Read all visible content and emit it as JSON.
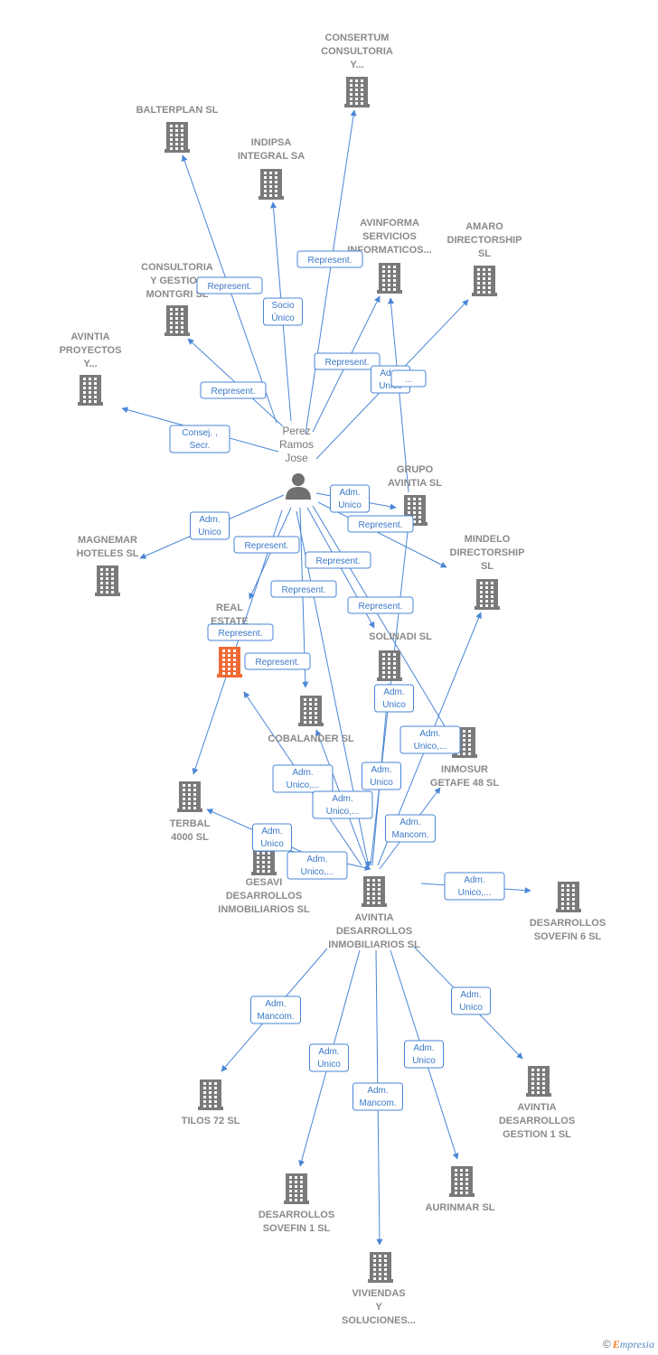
{
  "colors": {
    "edge": "#4a86d6",
    "building": "#7a7a7a",
    "building_highlight": "#f06a35",
    "person": "#707070",
    "label": "#8a8a8a"
  },
  "person": {
    "id": "perez",
    "lines": [
      "Perez",
      "Ramos",
      "Jose"
    ],
    "icon": "person-icon"
  },
  "nodes": [
    {
      "id": "consertum",
      "lines": [
        "CONSERTUM",
        "CONSULTORIA",
        "Y..."
      ]
    },
    {
      "id": "balterplan",
      "lines": [
        "BALTERPLAN SL"
      ]
    },
    {
      "id": "indipsa",
      "lines": [
        "INDIPSA",
        "INTEGRAL SA"
      ]
    },
    {
      "id": "avinforma",
      "lines": [
        "AVINFORMA",
        "SERVICIOS",
        "INFORMATICOS..."
      ]
    },
    {
      "id": "amaro",
      "lines": [
        "AMARO",
        "DIRECTORSHIP",
        "SL"
      ]
    },
    {
      "id": "consultoria",
      "lines": [
        "CONSULTORIA",
        "Y GESTION",
        "MONTGRI  SL"
      ]
    },
    {
      "id": "avintia_proyectos",
      "lines": [
        "AVINTIA",
        "PROYECTOS",
        "Y..."
      ]
    },
    {
      "id": "grupo_avintia",
      "lines": [
        "GRUPO",
        "AVINTIA SL"
      ]
    },
    {
      "id": "magnemar",
      "lines": [
        "MAGNEMAR",
        "HOTELES  SL"
      ]
    },
    {
      "id": "mindelo",
      "lines": [
        "MINDELO",
        "DIRECTORSHIP",
        "SL"
      ]
    },
    {
      "id": "real_estate",
      "lines": [
        "REAL",
        "ESTATE",
        "A..."
      ],
      "highlight": true
    },
    {
      "id": "solinadi",
      "lines": [
        "SOLINADI  SL"
      ]
    },
    {
      "id": "cobalander",
      "lines": [
        "COBALANDER SL"
      ]
    },
    {
      "id": "inmosur",
      "lines": [
        "INMOSUR",
        "GETAFE 48  SL"
      ]
    },
    {
      "id": "terbal",
      "lines": [
        "TERBAL",
        "4000 SL"
      ]
    },
    {
      "id": "gesavi",
      "lines": [
        "GESAVI",
        "DESARROLLOS",
        "INMOBILIARIOS SL"
      ]
    },
    {
      "id": "avintia_desarrollos",
      "lines": [
        "AVINTIA",
        "DESARROLLOS",
        "INMOBILIARIOS SL"
      ]
    },
    {
      "id": "sovefin6",
      "lines": [
        "DESARROLLOS",
        "SOVEFIN 6  SL"
      ]
    },
    {
      "id": "tilos",
      "lines": [
        "TILOS 72  SL"
      ]
    },
    {
      "id": "avintia_gestion",
      "lines": [
        "AVINTIA",
        "DESARROLLOS",
        "GESTION 1 SL"
      ]
    },
    {
      "id": "sovefin1",
      "lines": [
        "DESARROLLOS",
        "SOVEFIN 1 SL"
      ]
    },
    {
      "id": "aurinmar",
      "lines": [
        "AURINMAR  SL"
      ]
    },
    {
      "id": "viviendas",
      "lines": [
        "VIVIENDAS",
        "Y",
        "SOLUCIONES..."
      ]
    }
  ],
  "edges": [
    {
      "from": "perez",
      "to": "consertum",
      "label": [
        "Represent."
      ]
    },
    {
      "from": "perez",
      "to": "balterplan",
      "label": [
        "Represent."
      ]
    },
    {
      "from": "perez",
      "to": "indipsa",
      "label": [
        "Socio",
        "Único"
      ]
    },
    {
      "from": "perez",
      "to": "avinforma",
      "label": [
        "Represent."
      ]
    },
    {
      "from": "perez",
      "to": "amaro",
      "label": [
        "Adm.",
        "Unico"
      ]
    },
    {
      "from": "perez",
      "to": "consultoria",
      "label": [
        "Represent."
      ]
    },
    {
      "from": "perez",
      "to": "avintia_proyectos",
      "label": [
        "Consej. ,",
        "Secr."
      ]
    },
    {
      "from": "perez",
      "to": "grupo_avintia",
      "label": [
        "Adm.",
        "Unico"
      ]
    },
    {
      "from": "perez",
      "to": "magnemar",
      "label": [
        "Adm.",
        "Unico"
      ]
    },
    {
      "from": "perez",
      "to": "mindelo",
      "label": [
        "Represent."
      ]
    },
    {
      "from": "perez",
      "to": "real_estate",
      "label": [
        "Represent."
      ]
    },
    {
      "from": "perez",
      "to": "solinadi",
      "label": [
        "Represent."
      ]
    },
    {
      "from": "perez",
      "to": "cobalander",
      "label": [
        "Represent."
      ]
    },
    {
      "from": "perez",
      "to": "inmosur",
      "label": [
        "Represent."
      ]
    },
    {
      "from": "perez",
      "to": "terbal",
      "label": [
        "Represent."
      ]
    },
    {
      "from": "perez",
      "to": "avintia_desarrollos",
      "label": [
        "Represent."
      ]
    },
    {
      "from": "grupo_avintia",
      "to": "avinforma",
      "label": [
        "..."
      ]
    },
    {
      "from": "avintia_desarrollos",
      "to": "real_estate",
      "label": [
        "Adm.",
        "Unico,..."
      ]
    },
    {
      "from": "avintia_desarrollos",
      "to": "solinadi",
      "label": [
        "Adm.",
        "Unico"
      ]
    },
    {
      "from": "avintia_desarrollos",
      "to": "cobalander",
      "label": [
        "Adm.",
        "Unico,..."
      ]
    },
    {
      "from": "avintia_desarrollos",
      "to": "inmosur",
      "label": [
        "Adm.",
        "Mancom."
      ]
    },
    {
      "from": "avintia_desarrollos",
      "to": "mindelo",
      "label": [
        "Adm.",
        "Unico,..."
      ]
    },
    {
      "from": "avintia_desarrollos",
      "to": "terbal",
      "label": [
        "Adm.",
        "Unico,..."
      ]
    },
    {
      "from": "gesavi",
      "to": "avintia_desarrollos",
      "label": [
        "Adm.",
        "Unico"
      ]
    },
    {
      "from": "avintia_desarrollos",
      "to": "grupo_avintia",
      "label": [
        "Adm.",
        "Unico"
      ]
    },
    {
      "from": "avintia_desarrollos",
      "to": "sovefin6",
      "label": [
        "Adm.",
        "Unico,..."
      ]
    },
    {
      "from": "avintia_desarrollos",
      "to": "tilos",
      "label": [
        "Adm.",
        "Mancom."
      ]
    },
    {
      "from": "avintia_desarrollos",
      "to": "avintia_gestion",
      "label": [
        "Adm.",
        "Unico"
      ]
    },
    {
      "from": "avintia_desarrollos",
      "to": "sovefin1",
      "label": [
        "Adm.",
        "Unico"
      ]
    },
    {
      "from": "avintia_desarrollos",
      "to": "aurinmar",
      "label": [
        "Adm.",
        "Unico"
      ]
    },
    {
      "from": "avintia_desarrollos",
      "to": "viviendas",
      "label": [
        "Adm.",
        "Mancom."
      ]
    }
  ],
  "footer": {
    "copyright": "©",
    "brand_e": "E",
    "brand_rest": "mpresia"
  }
}
